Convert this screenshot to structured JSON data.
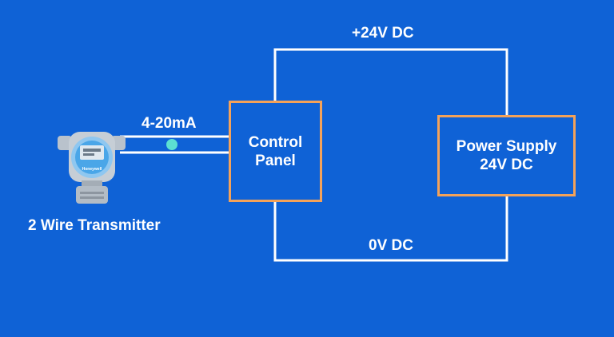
{
  "labels": {
    "positive_line": "+24V DC",
    "zero_line": "0V DC",
    "signal": "4-20mA",
    "transmitter": "2 Wire Transmitter"
  },
  "control_panel": {
    "line1": "Control",
    "line2": "Panel"
  },
  "power_supply": {
    "line1": "Power Supply",
    "line2": "24V DC"
  },
  "device_brand": "Honeywell",
  "colors": {
    "background": "#0f62d6",
    "wire": "#ffffff",
    "box_border": "#f4a259",
    "signal_dot": "#5ce0d2"
  }
}
